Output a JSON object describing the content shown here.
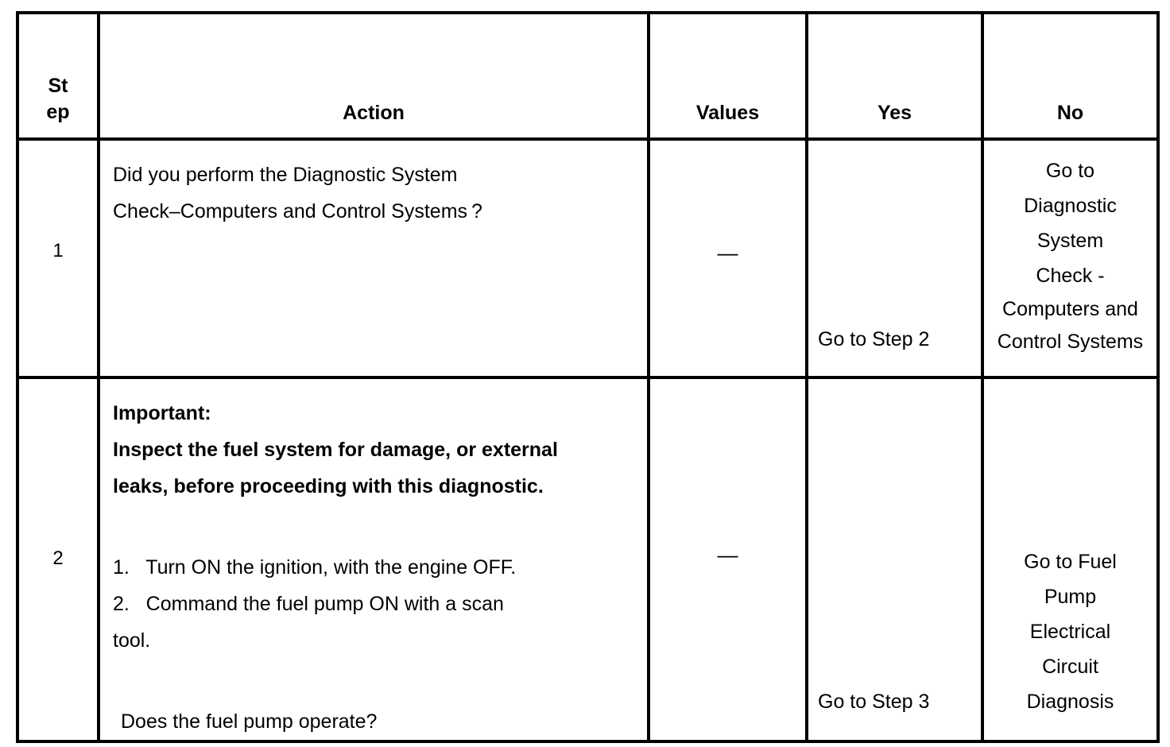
{
  "document": {
    "kind": "diagnostic-procedure-table",
    "background_color": "#ffffff",
    "text_color": "#000000",
    "border_color": "#000000"
  },
  "table": {
    "headers": {
      "step_line_1": "St",
      "step_line_2": "ep",
      "action": "Action",
      "values": "Values",
      "yes": "Yes",
      "no": "No"
    },
    "rows": [
      {
        "step": "1",
        "action_lines": [
          {
            "text": "Did you perform the Diagnostic System",
            "bold": false
          },
          {
            "text": "Check–Computers and Control Systems ?",
            "bold": false
          }
        ],
        "values": "—",
        "yes": "Go to Step 2",
        "no_lines": [
          {
            "text": "Go to",
            "tight": false
          },
          {
            "text": "Diagnostic",
            "tight": false
          },
          {
            "text": "System",
            "tight": false
          },
          {
            "text": "Check -",
            "tight": false
          },
          {
            "text": "Computers and",
            "tight": true
          },
          {
            "text": "Control Systems",
            "tight": true
          }
        ]
      },
      {
        "step": "2",
        "action_lines": [
          {
            "text": "Important:",
            "bold": true
          },
          {
            "text": "Inspect the fuel system for damage, or external",
            "bold": true
          },
          {
            "text": "leaks, before proceeding with this diagnostic.",
            "bold": true
          },
          {
            "gap": true
          },
          {
            "text": "1.   Turn ON the ignition, with the engine OFF.",
            "bold": false
          },
          {
            "text": "2.   Command the fuel pump ON with a scan",
            "bold": false
          },
          {
            "text": "tool.",
            "bold": false
          },
          {
            "gap": true
          },
          {
            "text": "Does the fuel pump operate?",
            "bold": false,
            "indent": true
          }
        ],
        "values": "—",
        "yes": "Go to Step 3",
        "no_lines": [
          {
            "text": "Go to Fuel",
            "tight": false
          },
          {
            "text": "Pump",
            "tight": false
          },
          {
            "text": "Electrical",
            "tight": false
          },
          {
            "text": "Circuit",
            "tight": false
          },
          {
            "text": "Diagnosis",
            "tight": false
          }
        ]
      }
    ]
  }
}
